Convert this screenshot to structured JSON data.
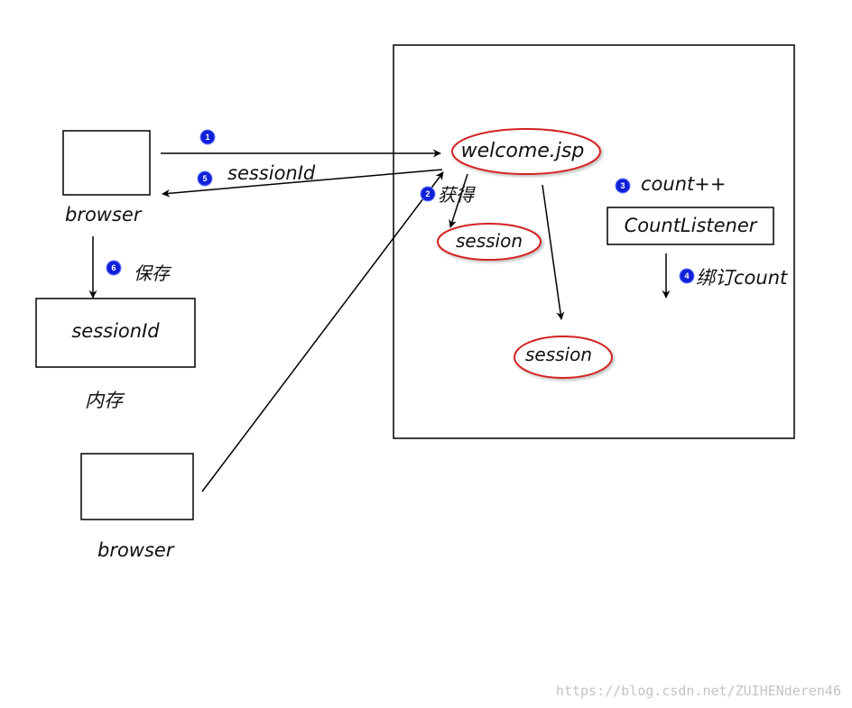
{
  "nodes": {
    "browser_top_label": "browser",
    "browser_bottom_label": "browser",
    "memory_box_text": "sessionId",
    "memory_label": "内存",
    "welcome": "welcome.jsp",
    "session_1": "session",
    "session_2": "session",
    "count_listener": "CountListener"
  },
  "steps": [
    {
      "num": "1",
      "label": ""
    },
    {
      "num": "2",
      "label": "获得"
    },
    {
      "num": "3",
      "label": "count++"
    },
    {
      "num": "4",
      "label": "绑订count"
    },
    {
      "num": "5",
      "label": "sessionId"
    },
    {
      "num": "6",
      "label": "保存"
    }
  ],
  "watermark": "https://blog.csdn.net/ZUIHENderen46",
  "colors": {
    "badge": "#1020d8",
    "ellipse_stroke": "#d42020",
    "line": "#000000"
  }
}
